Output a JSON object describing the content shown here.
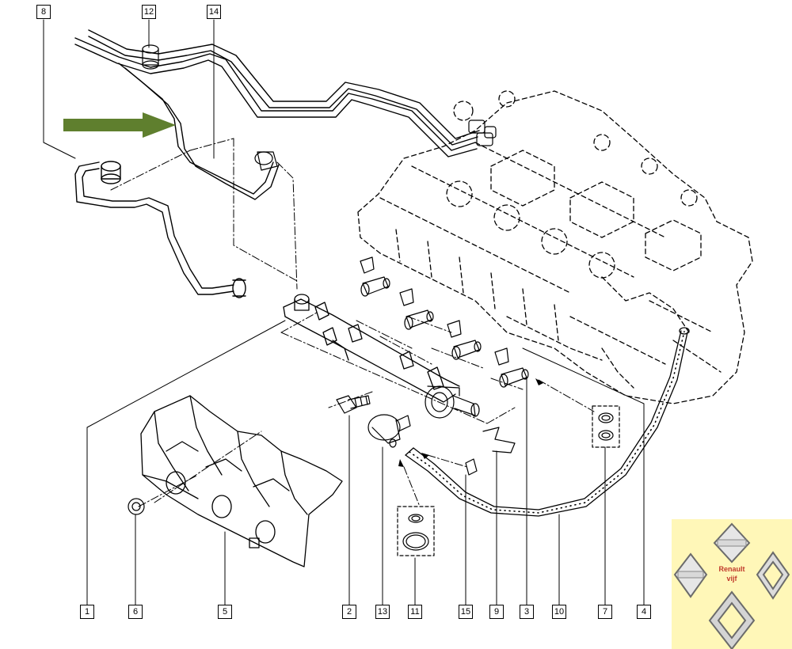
{
  "callouts": {
    "c8": "8",
    "c12": "12",
    "c14": "14",
    "c1": "1",
    "c6": "6",
    "c5": "5",
    "c2": "2",
    "c13": "13",
    "c11": "11",
    "c15": "15",
    "c9": "9",
    "c3": "3",
    "c10": "10",
    "c7": "7",
    "c4": "4"
  },
  "logo": {
    "line1": "Renault",
    "line2": "vijf"
  },
  "colors": {
    "arrow": "#5f7f2e",
    "ink": "#000000",
    "logo_bg": "#fff7b8",
    "logo_text": "#c0392b"
  },
  "icons": {
    "arrow": "green-arrow-icon",
    "logos": "renault-diamond-logo"
  }
}
